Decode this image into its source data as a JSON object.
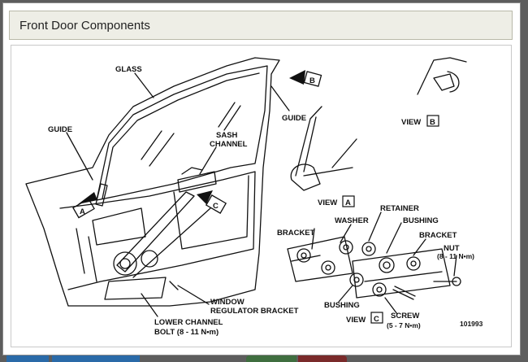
{
  "header": {
    "title": "Front Door Components"
  },
  "diagram": {
    "labels": {
      "glass": "GLASS",
      "guide_left": "GUIDE",
      "guide_right": "GUIDE",
      "sash_channel_1": "SASH",
      "sash_channel_2": "CHANNEL",
      "window_reg_1": "WINDOW",
      "window_reg_2": "REGULATOR BRACKET",
      "lower_ch_1": "LOWER CHANNEL",
      "lower_ch_2": "BOLT (8 - 11 N•m)",
      "view_a": "VIEW",
      "view_b": "VIEW",
      "view_c": "VIEW",
      "bracket_left": "BRACKET",
      "washer": "WASHER",
      "retainer": "RETAINER",
      "bushing_top": "BUSHING",
      "bracket_right": "BRACKET",
      "nut_1": "NUT",
      "nut_2": "(8 - 11 N•m)",
      "bushing_bottom": "BUSHING",
      "screw_1": "SCREW",
      "screw_2": "(5 - 7 N•m)",
      "figure_id": "101993"
    },
    "callouts": {
      "a": "A",
      "b": "B",
      "c": "C"
    }
  },
  "colors": {
    "background": "#5d5d5d",
    "header_bg": "#eeeee6",
    "ink": "#111111"
  }
}
